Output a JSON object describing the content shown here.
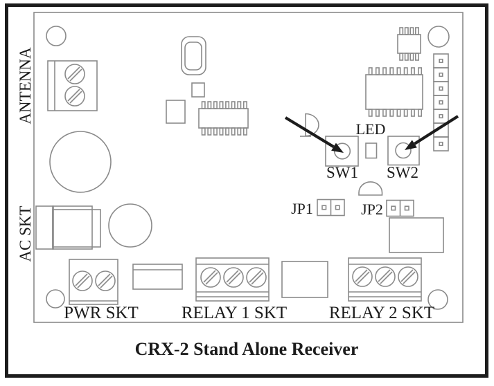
{
  "diagram": {
    "title": "CRX-2 Stand Alone Receiver",
    "labels": {
      "antenna": "ANTENNA",
      "ac_skt": "AC SKT",
      "led": "LED",
      "sw1": "SW1",
      "sw2": "SW2",
      "jp1": "JP1",
      "jp2": "JP2",
      "pwr_skt": "PWR SKT",
      "relay1_skt": "RELAY 1 SKT",
      "relay2_skt": "RELAY 2 SKT"
    },
    "colors": {
      "line": "#8a8a8a",
      "ink": "#1c1c1c",
      "background": "#ffffff"
    }
  }
}
